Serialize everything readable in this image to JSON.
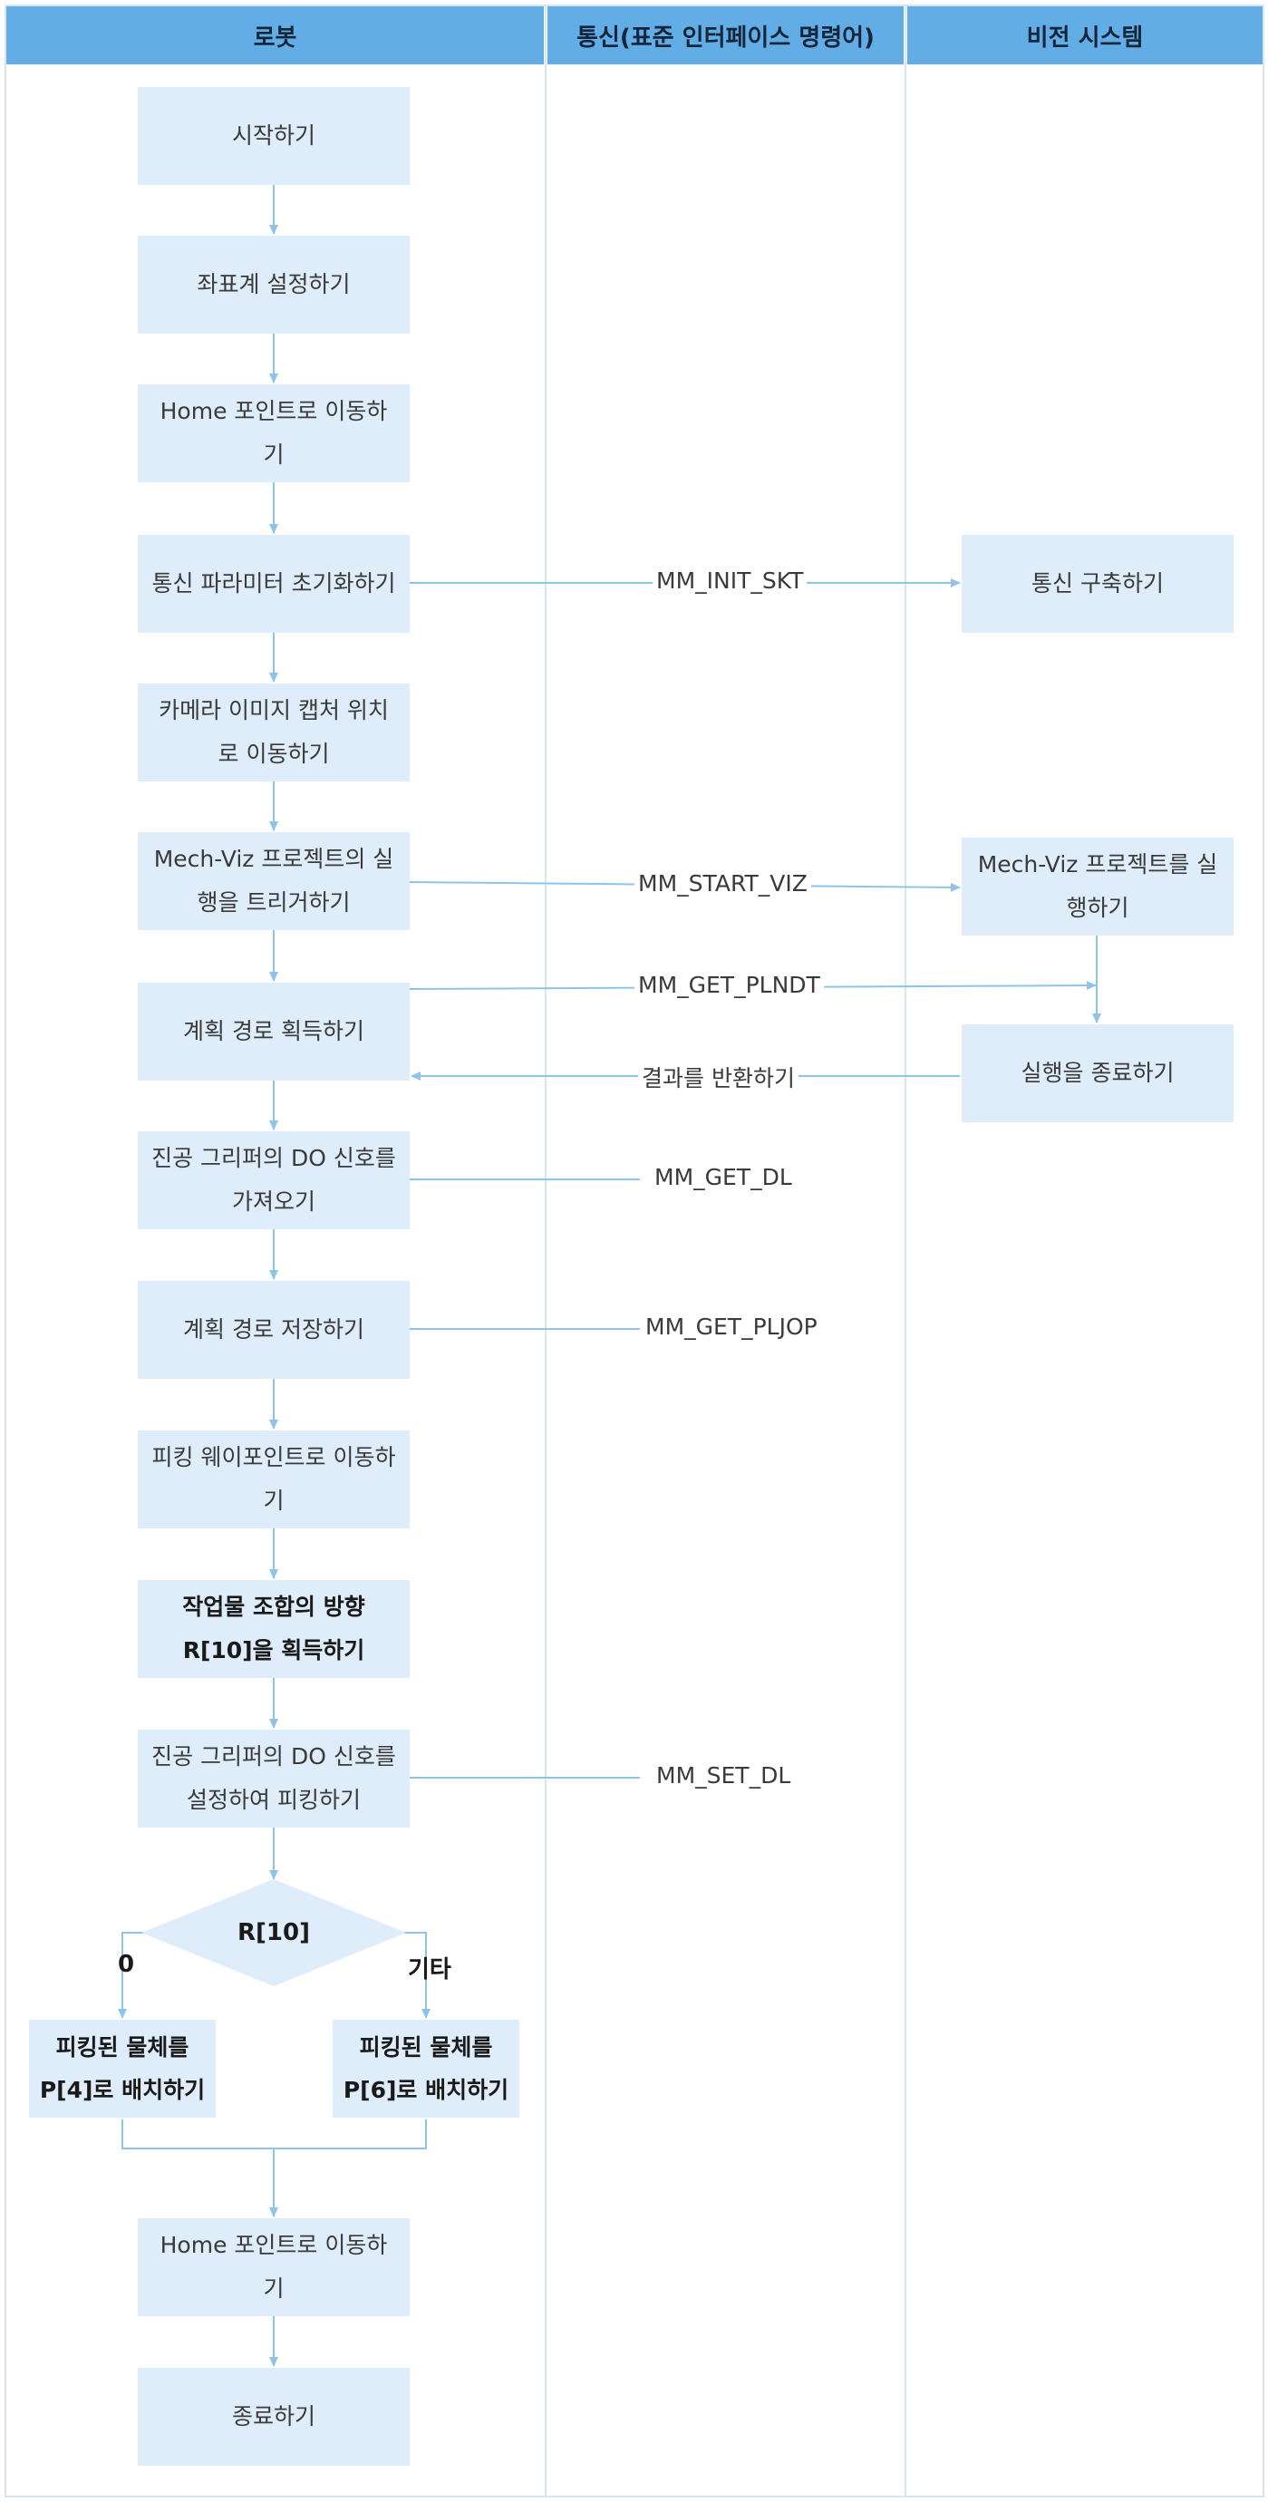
{
  "lanes": {
    "robot": "로봇",
    "comm": "통신(표준 인터페이스 명령어)",
    "vision": "비전 시스템"
  },
  "steps": {
    "start": "시작하기",
    "set_frame": "좌표계 설정하기",
    "home1": "Home 포인트로 이동하기",
    "init_params": "통신 파라미터 초기화하기",
    "move_capture": "카메라 이미지 캡처 위치로 이동하기",
    "trigger_viz": "Mech-Viz 프로젝트의 실행을 트리거하기",
    "get_path": "계획 경로 획득하기",
    "get_do": "진공 그리퍼의 DO 신호를 가져오기",
    "save_path": "계획 경로 저장하기",
    "move_waypoint": "피킹 웨이포인트로 이동하기",
    "get_r10": "작업물 조합의 방향 R[10]을 획득하기",
    "set_do": "진공 그리퍼의 DO 신호를 설정하여 피킹하기",
    "decision": "R[10]",
    "place_p4": "피킹된 물체를 P[4]로 배치하기",
    "place_p6": "피킹된 물체를 P[6]로 배치하기",
    "home2": "Home 포인트로 이동하기",
    "end": "종료하기"
  },
  "vision_steps": {
    "build_comm": "통신 구축하기",
    "run_viz": "Mech-Viz 프로젝트를 실행하기",
    "finish": "실행을 종료하기"
  },
  "commands": {
    "init_skt": "MM_INIT_SKT",
    "start_viz": "MM_START_VIZ",
    "get_plndt": "MM_GET_PLNDT",
    "return_result": "결과를 반환하기",
    "get_dl": "MM_GET_DL",
    "get_pljop": "MM_GET_PLJOP",
    "set_dl": "MM_SET_DL"
  },
  "branches": {
    "zero": "0",
    "other": "기타"
  },
  "colors": {
    "header": "#62ade6",
    "box": "#deedf9",
    "line": "#8ec4ea",
    "divider": "#d7e6f3"
  }
}
